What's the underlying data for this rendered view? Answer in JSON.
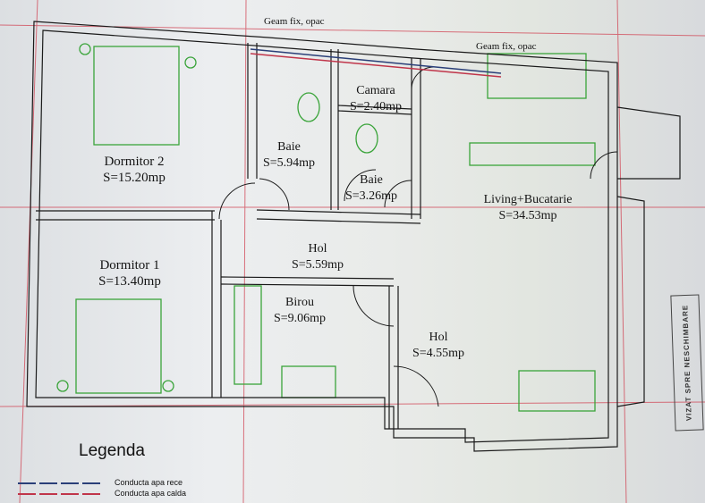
{
  "plan": {
    "notes": {
      "window_top_left": "Geam fix, opac",
      "window_top_right": "Geam fix, opac"
    },
    "rooms": [
      {
        "name": "Dormitor 2",
        "area": "S=15.20mp"
      },
      {
        "name": "Dormitor 1",
        "area": "S=13.40mp"
      },
      {
        "name": "Baie",
        "area": "S=5.94mp"
      },
      {
        "name": "Camara",
        "area": "S=2.40mp"
      },
      {
        "name": "Baie",
        "area": "S=3.26mp"
      },
      {
        "name": "Hol",
        "area": "S=5.59mp"
      },
      {
        "name": "Birou",
        "area": "S=9.06mp"
      },
      {
        "name": "Hol",
        "area": "S=4.55mp"
      },
      {
        "name": "Living+Bucatarie",
        "area": "S=34.53mp"
      }
    ]
  },
  "legend": {
    "title": "Legenda",
    "items": [
      {
        "label": "Conducta apa rece",
        "color": "#2a3f78"
      },
      {
        "label": "Conducta apa calda",
        "color": "#c0354a"
      }
    ]
  },
  "stamp": {
    "text": "VIZAT SPRE NESCHIMBARE"
  },
  "colors": {
    "walls": "#1a1a1a",
    "furniture": "#3aa43a",
    "grid": "#d0394a"
  }
}
